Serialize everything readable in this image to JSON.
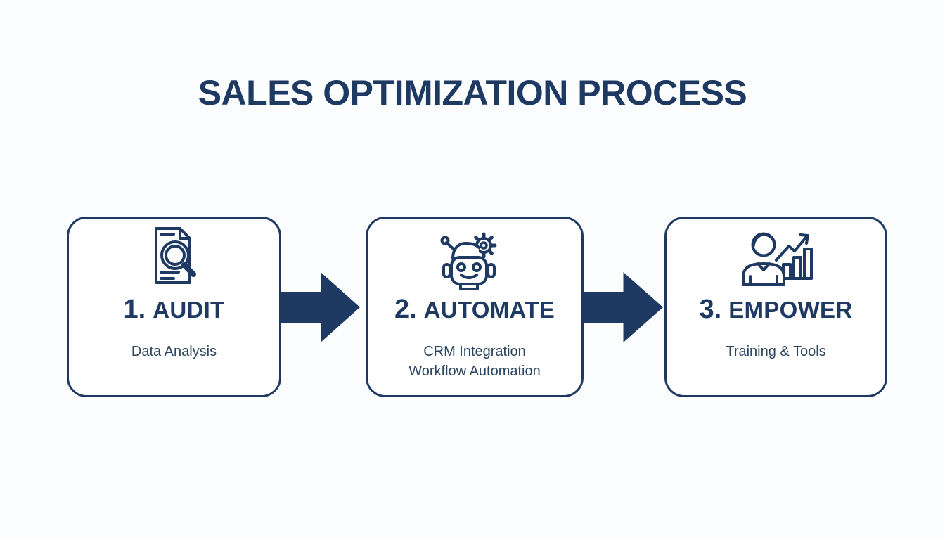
{
  "title": "SALES OPTIMIZATION PROCESS",
  "colors": {
    "navy": "#1e3a63",
    "text_secondary": "#2b4560",
    "background": "#fcfdfe",
    "box_background": "#ffffff"
  },
  "steps": [
    {
      "number": "1.",
      "label": "AUDIT",
      "icon": "document-search-icon",
      "details": [
        "Data Analysis"
      ]
    },
    {
      "number": "2.",
      "label": "AUTOMATE",
      "icon": "robot-gear-icon",
      "details": [
        "CRM Integration",
        "Workflow Automation"
      ]
    },
    {
      "number": "3.",
      "label": "EMPOWER",
      "icon": "person-growth-chart-icon",
      "details": [
        "Training & Tools"
      ]
    }
  ],
  "connectors": [
    {
      "icon": "right-arrow-icon"
    },
    {
      "icon": "right-arrow-icon"
    }
  ]
}
